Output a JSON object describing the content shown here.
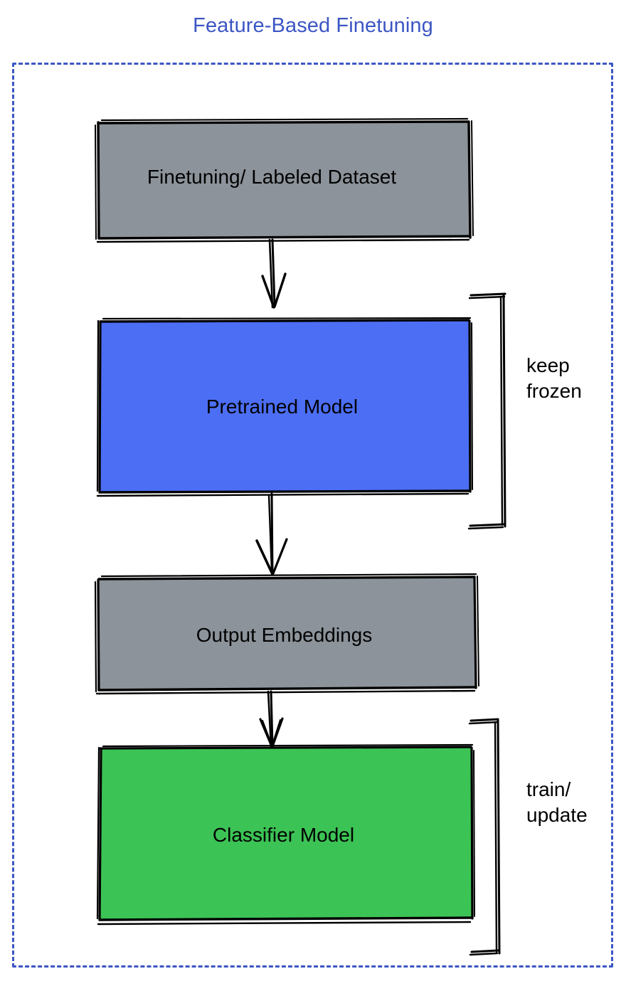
{
  "diagram": {
    "title": "Feature-Based Finetuning",
    "title_color": "#3c56c4",
    "frame_style": "dashed",
    "frame_color": "#3c56c4",
    "background": "#ffffff"
  },
  "nodes": [
    {
      "id": "dataset",
      "label": "Finetuning/ Labeled Dataset",
      "fill": "#8c939a",
      "stroke": "#000000",
      "shape": "rectangle-sketch"
    },
    {
      "id": "pretrained",
      "label": "Pretrained Model",
      "fill": "#4c6ef5",
      "stroke": "#000000",
      "shape": "rectangle-sketch"
    },
    {
      "id": "embeddings",
      "label": "Output Embeddings",
      "fill": "#8c939a",
      "stroke": "#000000",
      "shape": "rectangle-sketch"
    },
    {
      "id": "classifier",
      "label": "Classifier Model",
      "fill": "#3cc355",
      "stroke": "#000000",
      "shape": "rectangle-sketch"
    }
  ],
  "edges": [
    {
      "from": "dataset",
      "to": "pretrained",
      "arrow": "down"
    },
    {
      "from": "pretrained",
      "to": "embeddings",
      "arrow": "down"
    },
    {
      "from": "embeddings",
      "to": "classifier",
      "arrow": "down"
    }
  ],
  "annotations": [
    {
      "id": "keep-frozen",
      "lines": [
        "keep",
        "frozen"
      ],
      "text": "keep\nfrozen",
      "targets": [
        "pretrained"
      ],
      "bracket": "right"
    },
    {
      "id": "train-update",
      "lines": [
        "train/",
        "update"
      ],
      "text": "train/\nupdate",
      "targets": [
        "classifier"
      ],
      "bracket": "right"
    }
  ]
}
